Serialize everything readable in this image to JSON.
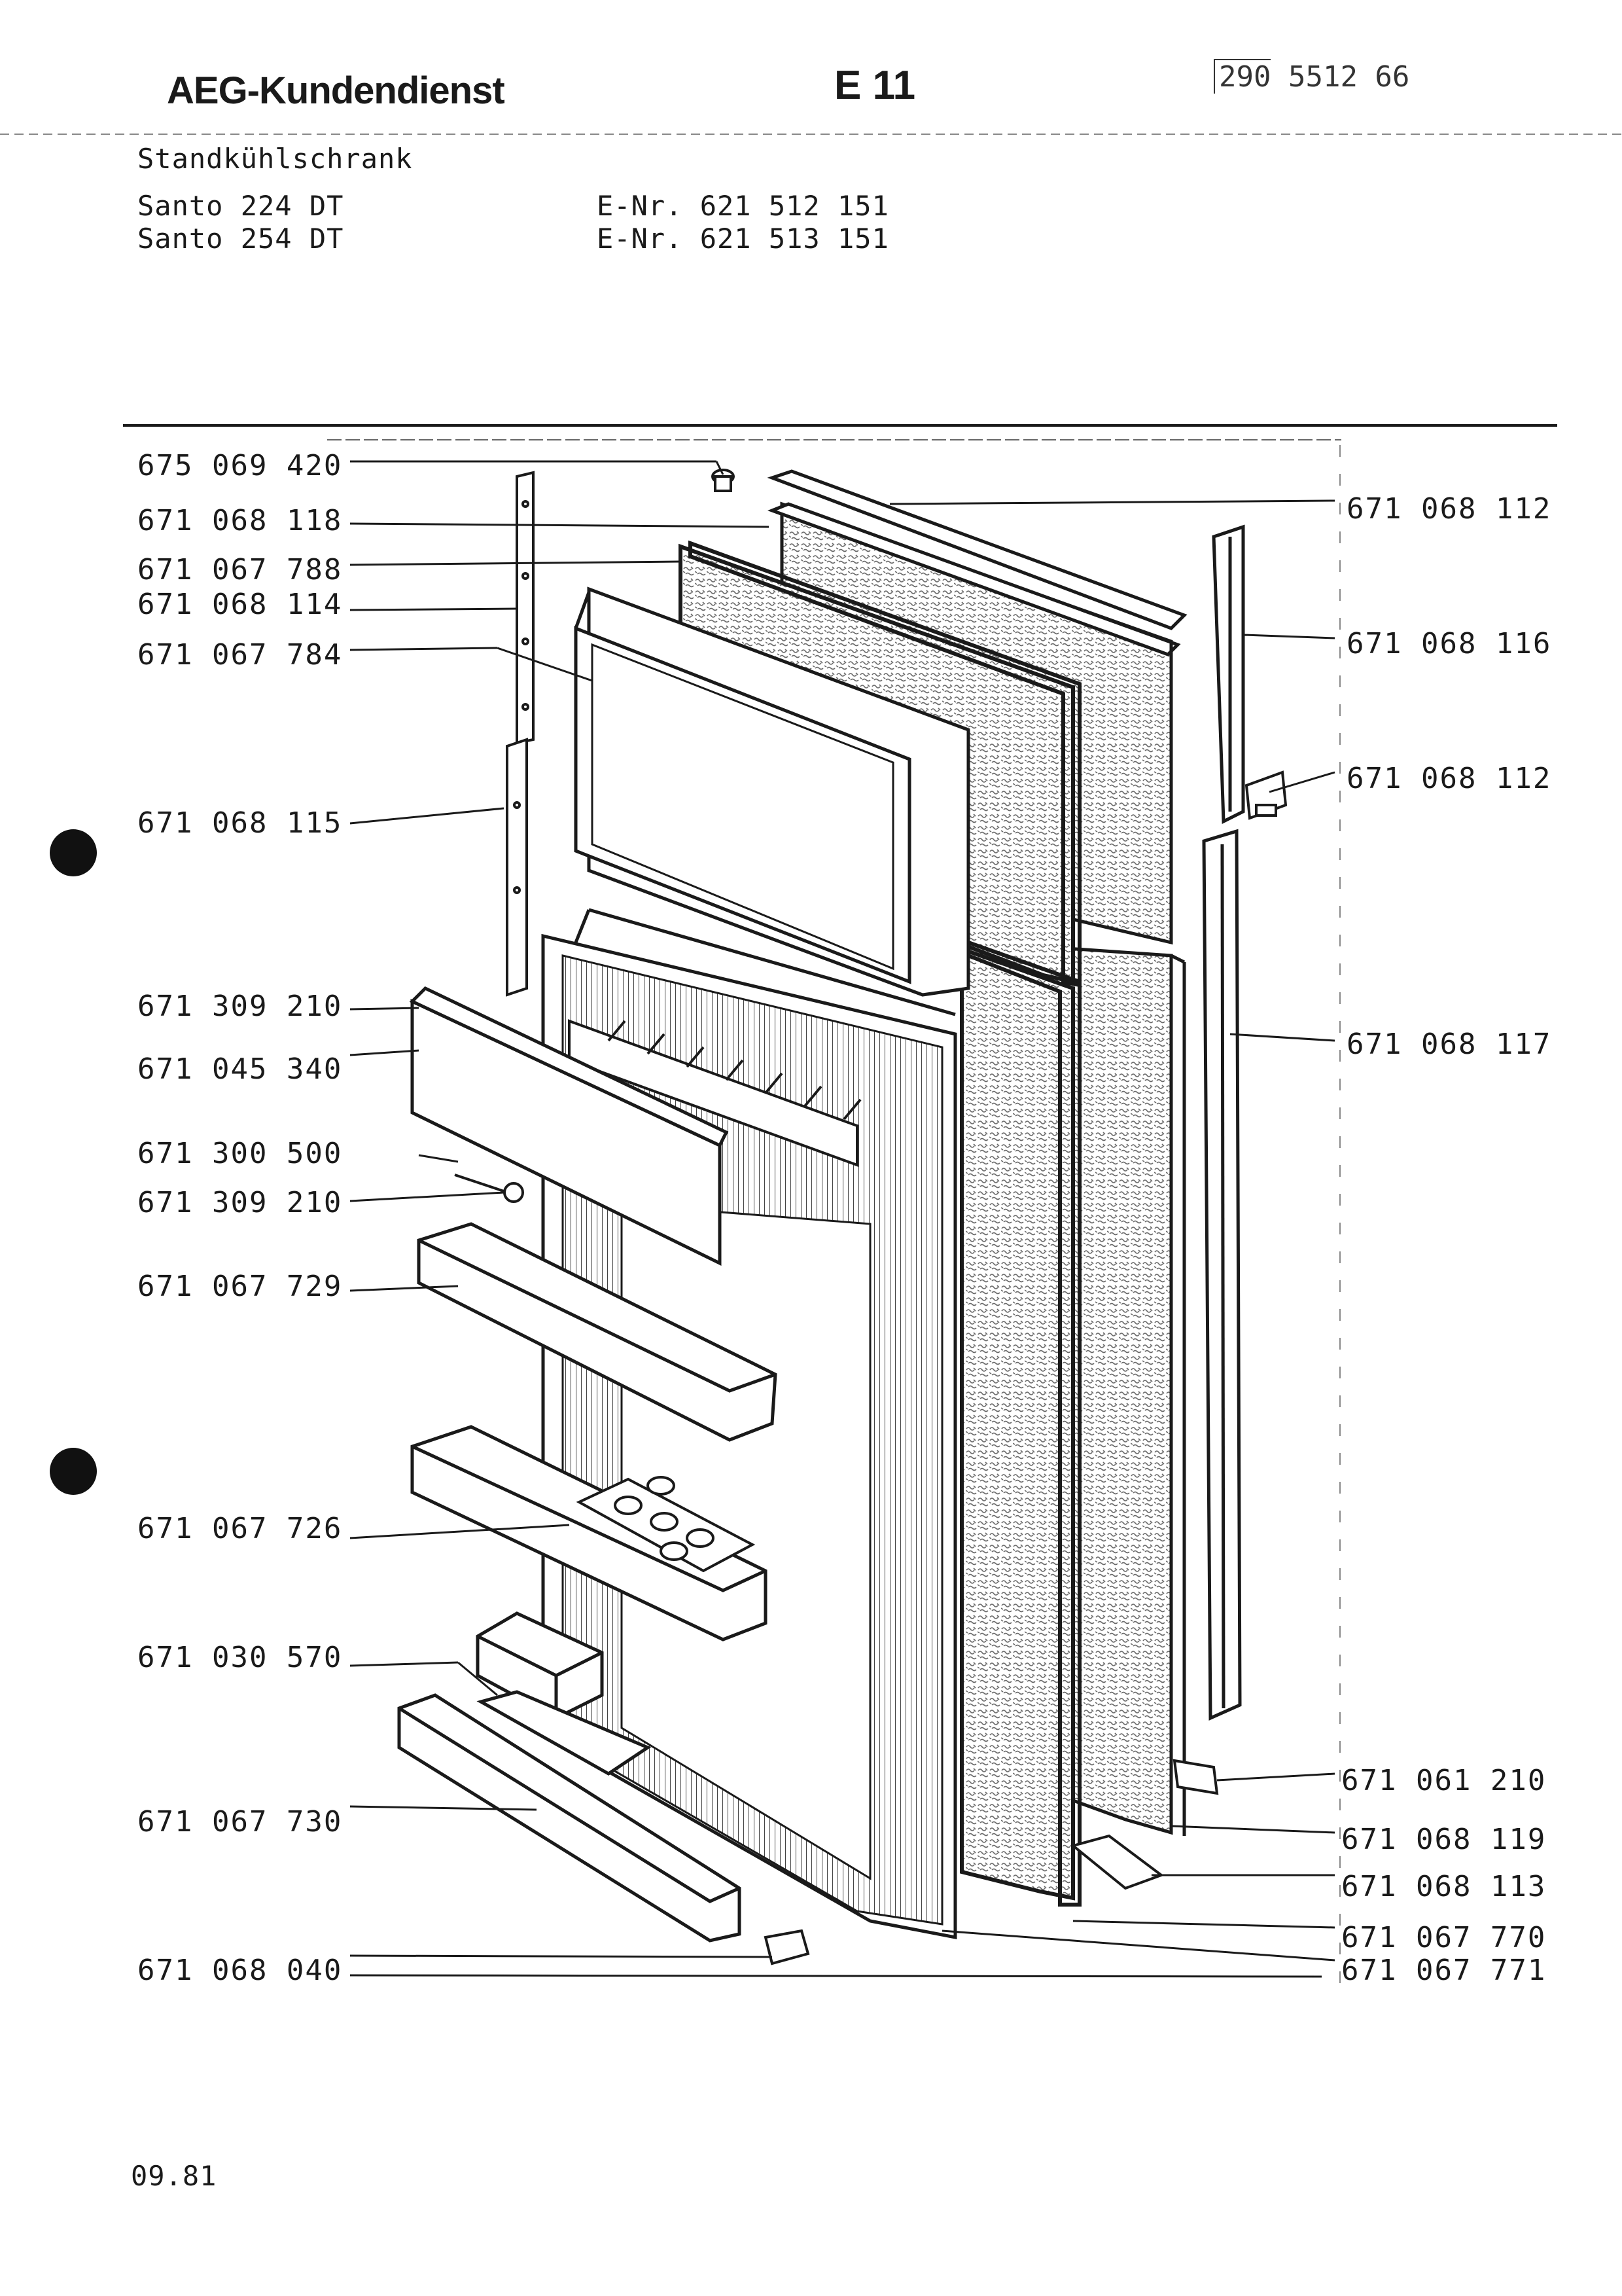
{
  "header": {
    "brand": "AEG-Kundendienst",
    "page_code": "E 11",
    "doc_prefix": "290",
    "doc_rest": "5512 66"
  },
  "product": {
    "category": "Standkühlschrank",
    "models": [
      {
        "name": "Santo 224 DT",
        "enr": "E-Nr. 621 512 151"
      },
      {
        "name": "Santo 254 DT",
        "enr": "E-Nr. 621 513 151"
      }
    ]
  },
  "parts_left": [
    "675 069 420",
    "671 068 118",
    "671 067 788",
    "671 068 114",
    "671 067 784",
    "671 068 115",
    "671 309 210",
    "671 045 340",
    "671 300 500",
    "671 309 210",
    "671 067 729",
    "671 067 726",
    "671 030 570",
    "671 067 730",
    "671 068 040"
  ],
  "parts_right": [
    "671 068 112",
    "671 068 116",
    "671 068 112",
    "671 068 117",
    "671 061 210",
    "671 068 119",
    "671 068 113",
    "671 067 770",
    "671 067 771"
  ],
  "footer": {
    "date": "09.81"
  },
  "colors": {
    "ink": "#1a1a1a",
    "paper": "#ffffff",
    "foam": "#9a9a9a"
  }
}
